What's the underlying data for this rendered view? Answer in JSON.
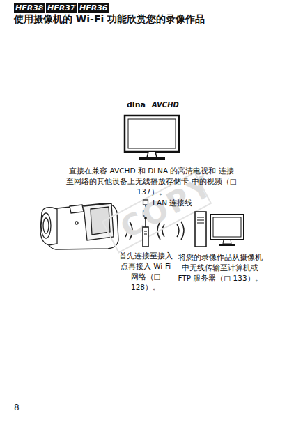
{
  "diagram": {
    "title": "使用摄像机的 Wi-Fi 功能欣赏您的录像作品",
    "nodes": [
      {
        "text": [
          "直接在兼容 AVCHD 和 DLNA 的高清电视和 连接至网络的其他设备上无线播放存储卡 中的视频（□ 137）。"
        ]
      },
      {
        "text": [
          "首先连接至接入 点再接入 Wi-Fi 网络（□ 128）。"
        ]
      },
      {
        "text": [
          "将您的录像作品从摄像机 中无线传输至计算机或 FTP 服务器（□ 133）。"
        ]
      }
    ],
    "edges": [
      {
        "from": 0,
        "to": 1,
        "arrow": "none",
        "label": "LAN 连接线"
      }
    ],
    "labels": [
      "HFR38",
      "/",
      "HFR37",
      "/",
      "HFR36",
      "dlna",
      "AVCHD",
      "COPY",
      "8"
    ]
  }
}
